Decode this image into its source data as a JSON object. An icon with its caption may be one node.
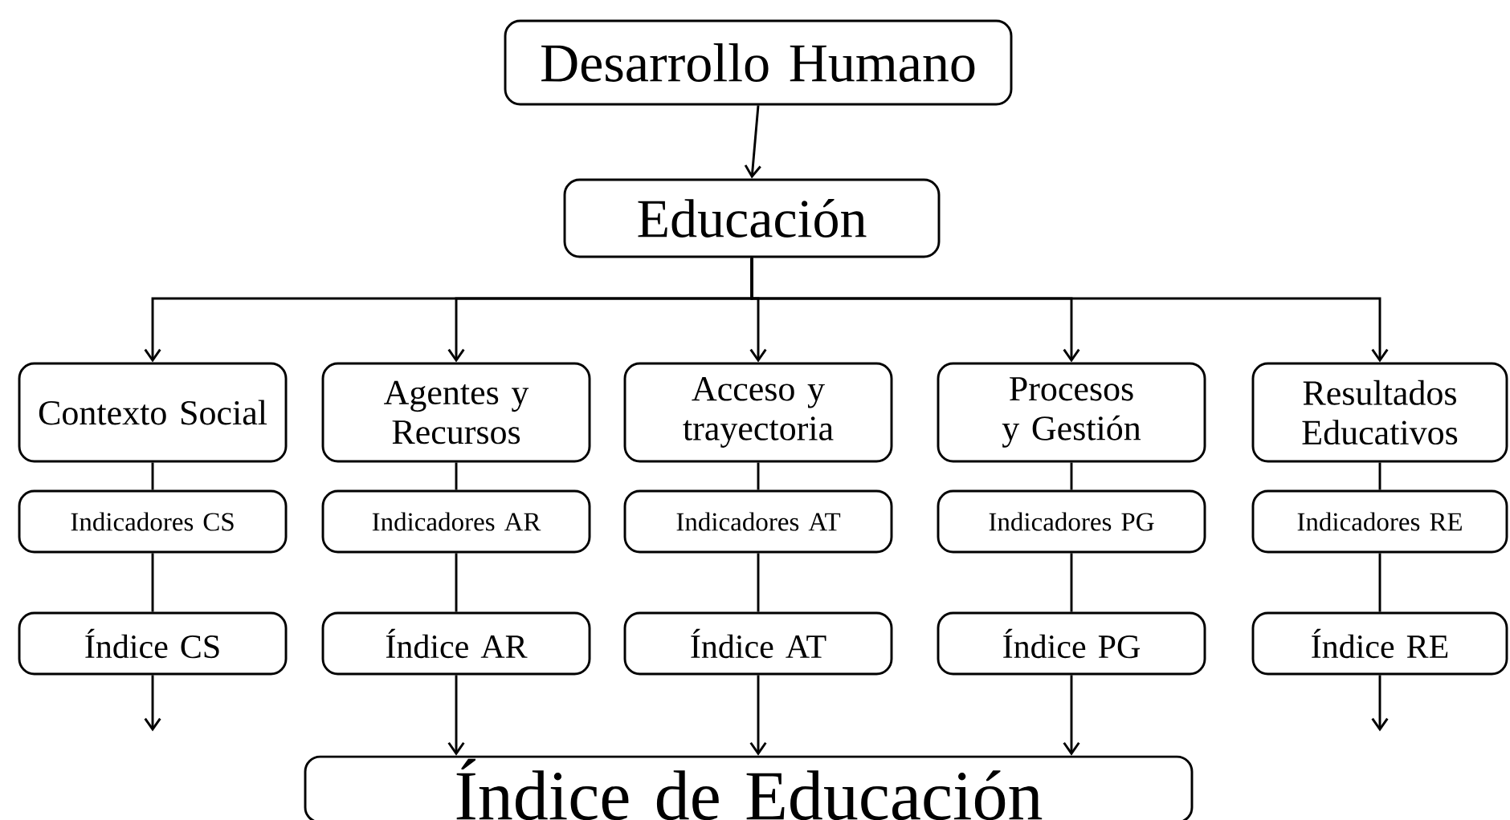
{
  "diagram": {
    "nodes": [
      {
        "text": [
          "Desarrollo Humano"
        ]
      },
      {
        "text": [
          "Educación"
        ]
      },
      {
        "text": [
          "Contexto Social"
        ]
      },
      {
        "text": [
          "Agentes y Recursos"
        ]
      },
      {
        "text": [
          "Acceso y trayectoria"
        ]
      },
      {
        "text": [
          "Procesos y Gestión"
        ]
      },
      {
        "text": [
          "Resultados Educativos"
        ]
      },
      {
        "text": [
          "Indicadores CS"
        ]
      },
      {
        "text": [
          "Indicadores AR"
        ]
      },
      {
        "text": [
          "Indicadores AT"
        ]
      },
      {
        "text": [
          "Indicadores PG"
        ]
      },
      {
        "text": [
          "Indicadores RE"
        ]
      },
      {
        "text": [
          "Índice CS"
        ]
      },
      {
        "text": [
          "Índice AR"
        ]
      },
      {
        "text": [
          "Índice AT"
        ]
      },
      {
        "text": [
          "Índice PG"
        ]
      },
      {
        "text": [
          "Índice RE"
        ]
      },
      {
        "text": [
          "Índice de Educación"
        ]
      }
    ],
    "edges": [
      {
        "from": 0,
        "to": 1,
        "arrow": "to"
      },
      {
        "from": 1,
        "to": 2,
        "arrow": "to"
      },
      {
        "from": 1,
        "to": 3,
        "arrow": "to"
      },
      {
        "from": 1,
        "to": 4,
        "arrow": "to"
      },
      {
        "from": 1,
        "to": 5,
        "arrow": "to"
      },
      {
        "from": 1,
        "to": 6,
        "arrow": "to"
      },
      {
        "from": 2,
        "to": 7,
        "arrow": "none"
      },
      {
        "from": 3,
        "to": 8,
        "arrow": "none"
      },
      {
        "from": 4,
        "to": 9,
        "arrow": "none"
      },
      {
        "from": 5,
        "to": 10,
        "arrow": "none"
      },
      {
        "from": 6,
        "to": 11,
        "arrow": "none"
      },
      {
        "from": 7,
        "to": 12,
        "arrow": "none"
      },
      {
        "from": 8,
        "to": 13,
        "arrow": "none"
      },
      {
        "from": 9,
        "to": 14,
        "arrow": "none"
      },
      {
        "from": 10,
        "to": 15,
        "arrow": "none"
      },
      {
        "from": 11,
        "to": 16,
        "arrow": "none"
      },
      {
        "from": 12,
        "to": null,
        "arrow": "to"
      },
      {
        "from": 13,
        "to": 17,
        "arrow": "to"
      },
      {
        "from": 14,
        "to": 17,
        "arrow": "to"
      },
      {
        "from": 15,
        "to": 17,
        "arrow": "to"
      },
      {
        "from": 16,
        "to": null,
        "arrow": "to"
      }
    ]
  }
}
